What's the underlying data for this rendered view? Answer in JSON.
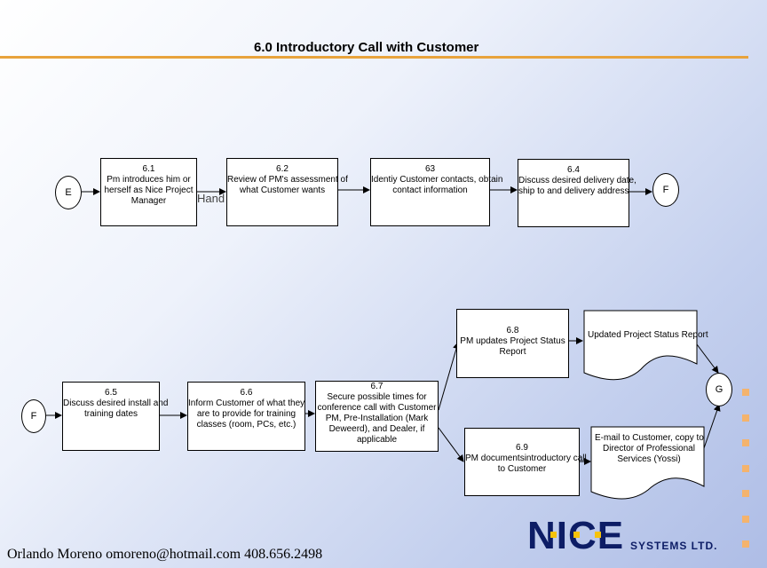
{
  "title": "6.0 Introductory Call with Customer",
  "stray_text": "Hand",
  "row1": {
    "start": "E",
    "end": "F",
    "boxes": [
      {
        "num": "6.1",
        "text": "Pm introduces him or\nherself as Nice Project\nManager"
      },
      {
        "num": "6.2",
        "text": "Review of PM's assessment of\nwhat Customer wants"
      },
      {
        "num": "63",
        "text": "Identiy Customer contacts, obtain\ncontact information"
      },
      {
        "num": "6.4",
        "text": "Discuss desired delivery date,\nship to and delivery address"
      }
    ]
  },
  "row2": {
    "start": "F",
    "end": "G",
    "boxes": [
      {
        "num": "6.5",
        "text": "Discuss desired install and\ntraining dates"
      },
      {
        "num": "6.6",
        "text": "Inform Customer of what they\nare to provide for training\nclasses (room, PCs, etc.)"
      },
      {
        "num": "6.7",
        "text": "Secure possible times for\nconference call with Customer\nPM, Pre-Installation (Mark\nDeweerd), and Dealer, if\napplicable"
      },
      {
        "num": "6.8",
        "text": "PM updates Project Status\nReport"
      },
      {
        "num": "6.9",
        "text": "PM documentsintroductory call\nto Customer"
      }
    ],
    "documents": [
      "Updated Project Status Report",
      "E-mail to Customer, copy to\nDirector of Professional\nServices (Yossi)"
    ]
  },
  "footer": {
    "author": "Orlando Moreno  omoreno@hotmail.com  408.656.2498"
  },
  "logo": {
    "word": "NICE",
    "subtitle": "SYSTEMS LTD."
  },
  "colors": {
    "accent": "#e8a33c",
    "logo": "#0d1d66",
    "logo_dot": "#f6c20a",
    "side_squares": "#f4b36d"
  }
}
